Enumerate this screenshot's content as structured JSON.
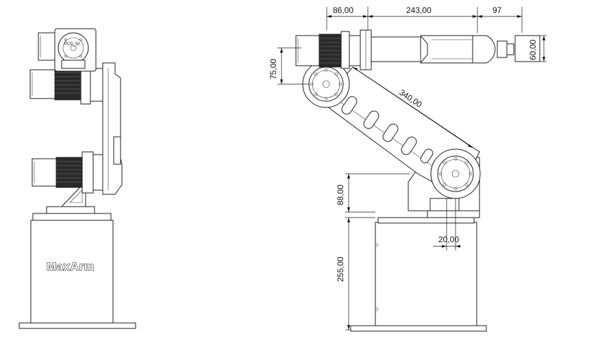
{
  "brand": "MaxArm",
  "flange_label": "PCD_50",
  "dimensions": {
    "base_link": "86,00",
    "forearm": "243,00",
    "end_effector": "97",
    "shoulder_height": "75,00",
    "end_height": "60,00",
    "upper_arm": "340,00",
    "joint_base": "88,00",
    "offset": "20,00",
    "pedestal": "255,00"
  }
}
